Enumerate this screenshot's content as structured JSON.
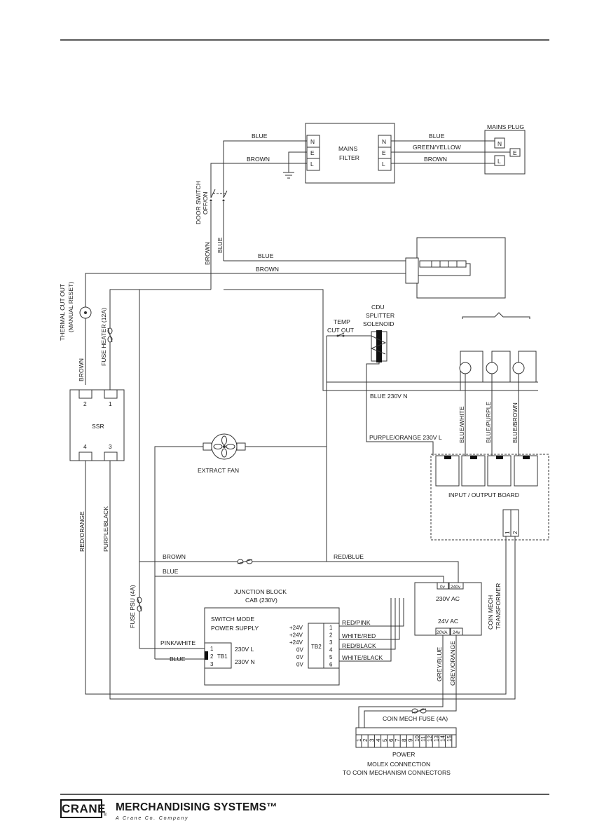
{
  "components": {
    "mains_plug": "MAINS PLUG",
    "mains_filter_1": "MAINS",
    "mains_filter_2": "FILTER",
    "door_switch_1": "DOOR SWITCH",
    "door_switch_2": "OFF/ON",
    "thermal_cutout_1": "THERMAL CUT OUT",
    "thermal_cutout_2": "(MANUAL RESET)",
    "fuse_heater": "FUSE HEATER (12A)",
    "ssr": "SSR",
    "temp_cutout_1": "TEMP",
    "temp_cutout_2": "CUT OUT",
    "cdu_1": "CDU",
    "cdu_2": "SPLITTER",
    "cdu_3": "SOLENOID",
    "extract_fan": "EXTRACT FAN",
    "io_board": "INPUT / OUTPUT  BOARD",
    "fuse_psu": "FUSE PSU (4A)",
    "junction_1": "JUNCTION BLOCK",
    "junction_2": "CAB (230V)",
    "smps_1": "SWITCH MODE",
    "smps_2": "POWER SUPPLY",
    "coin_mech_transformer_1": "COIN MECH",
    "coin_mech_transformer_2": "TRANSFORMER",
    "coin_mech_fuse": "COIN MECH FUSE (4A)",
    "power": "POWER",
    "molex_1": "MOLEX CONNECTION",
    "molex_2": "TO COIN MECHANISM CONNECTORS"
  },
  "terminals": {
    "n": "N",
    "e": "E",
    "l": "L",
    "ssr_2": "2",
    "ssr_1": "1",
    "ssr_4": "4",
    "ssr_3": "3",
    "tb1": "TB1",
    "tb1_1": "1",
    "tb1_2": "2",
    "tb1_3": "3",
    "tb2": "TB2",
    "tb1_l": "230V L",
    "tb1_n": "230V N",
    "psu_outputs": [
      "+24V",
      "+24V",
      "+24V",
      "0V",
      "0V",
      "0V"
    ],
    "tb2_pins": [
      "1",
      "2",
      "3",
      "4",
      "5",
      "6"
    ],
    "tr_0v": "0v",
    "tr_240v": "240v",
    "tr_230ac": "230V AC",
    "tr_24ac": "24V AC",
    "tr_20va": "20VA",
    "tr_24v": "24v",
    "io_1": "1",
    "io_2": "2",
    "molex_pins": [
      "1",
      "2",
      "3",
      "4",
      "5",
      "6",
      "7",
      "8",
      "9",
      "10",
      "11",
      "12",
      "13",
      "14",
      "15"
    ]
  },
  "wires": {
    "blue": "BLUE",
    "brown": "BROWN",
    "green_yellow": "GREEN/YELLOW",
    "blue_230n": "BLUE 230V N",
    "purple_orange_230l": "PURPLE/ORANGE 230V L",
    "blue_white": "BLUE/WHITE",
    "blue_purple": "BLUE/PURPLE",
    "blue_brown": "BLUE/BROWN",
    "red_orange": "RED/ORANGE",
    "purple_black": "PURPLE/BLACK",
    "red_blue": "RED/BLUE",
    "pink_white": "PINK/WHITE",
    "red_pink": "RED/PINK",
    "white_red": "WHITE/RED",
    "red_black": "RED/BLACK",
    "white_black": "WHITE/BLACK",
    "grey_blue": "GREY/BLUE",
    "grey_orange": "GREY/ORANGE"
  },
  "footer": {
    "logo": "CRANE",
    "registered": "®",
    "company": "MERCHANDISING SYSTEMS™",
    "tagline": "A Crane Co. Company"
  }
}
